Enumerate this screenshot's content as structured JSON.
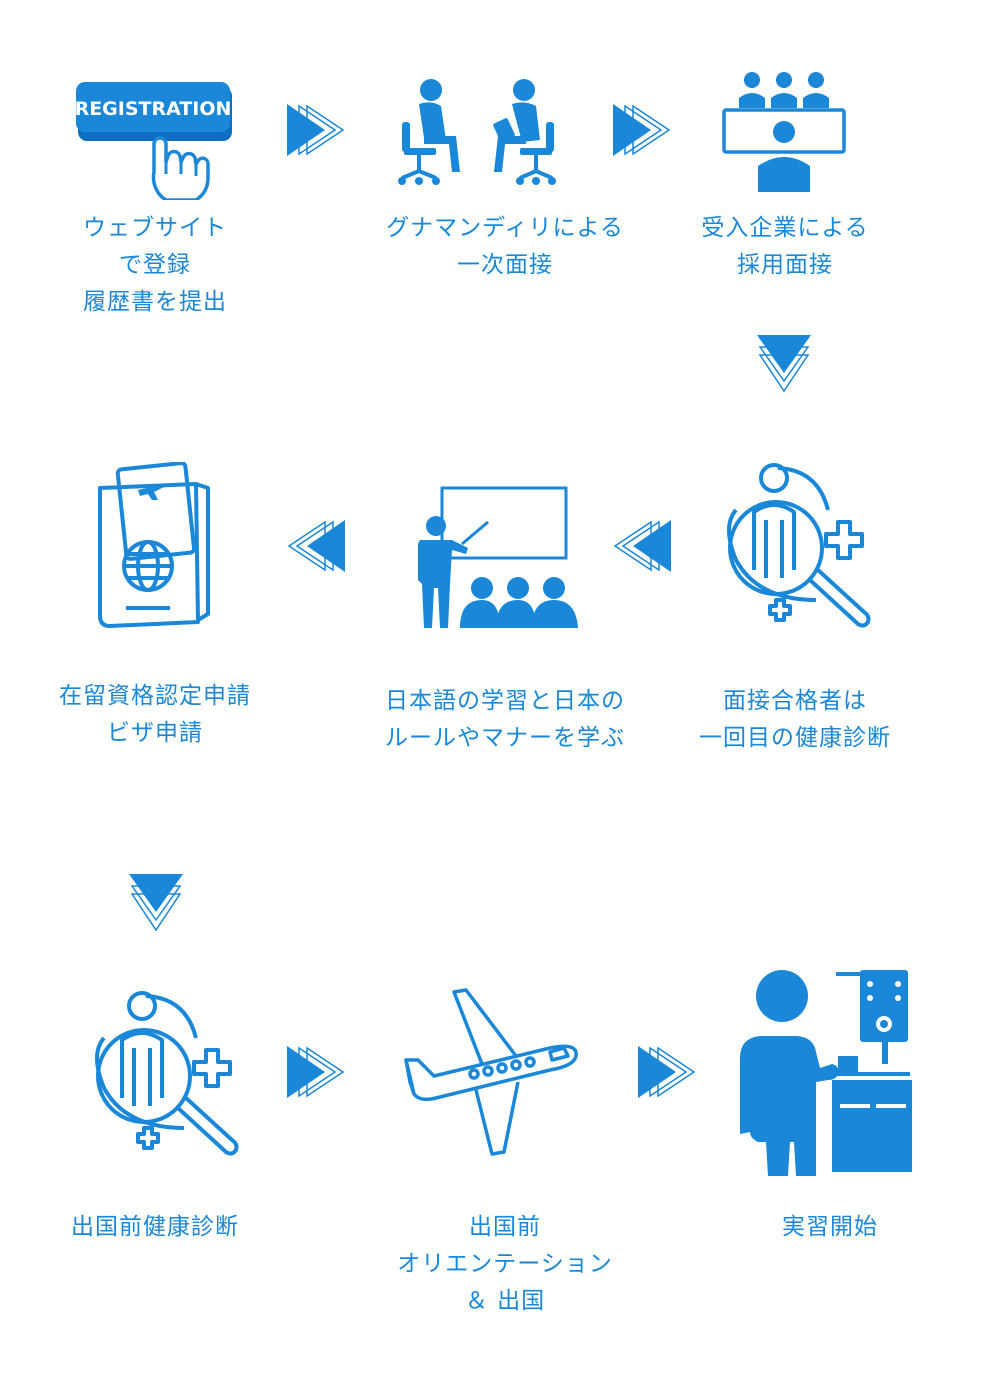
{
  "colors": {
    "primary": "#1a87d8",
    "accent": "#0e6fc0",
    "background": "#ffffff"
  },
  "steps": [
    {
      "id": "web-registration",
      "icon": "registration-click-icon",
      "badge": "REGISTRATION",
      "lines": [
        "ウェブサイト",
        "で登録",
        "履歴書を提出"
      ]
    },
    {
      "id": "first-interview",
      "icon": "interview-icon",
      "lines": [
        "グナマンディリによる",
        "一次面接"
      ]
    },
    {
      "id": "company-interview",
      "icon": "panel-interview-icon",
      "lines": [
        "受入企業による",
        "採用面接"
      ]
    },
    {
      "id": "first-health-check",
      "icon": "health-check-icon",
      "lines": [
        "面接合格者は",
        "一回目の健康診断"
      ]
    },
    {
      "id": "japanese-study",
      "icon": "classroom-icon",
      "lines": [
        "日本語の学習と日本の",
        "ルールやマナーを学ぶ"
      ]
    },
    {
      "id": "visa-application",
      "icon": "passport-icon",
      "lines": [
        "在留資格認定申請",
        "ビザ申請"
      ]
    },
    {
      "id": "pre-departure-health-check",
      "icon": "health-check-icon",
      "lines": [
        "出国前健康診断"
      ]
    },
    {
      "id": "orientation-departure",
      "icon": "airplane-icon",
      "lines": [
        "出国前",
        "オリエンテーション",
        "＆ 出国"
      ]
    },
    {
      "id": "training-start",
      "icon": "factory-worker-icon",
      "lines": [
        "実習開始"
      ]
    }
  ]
}
